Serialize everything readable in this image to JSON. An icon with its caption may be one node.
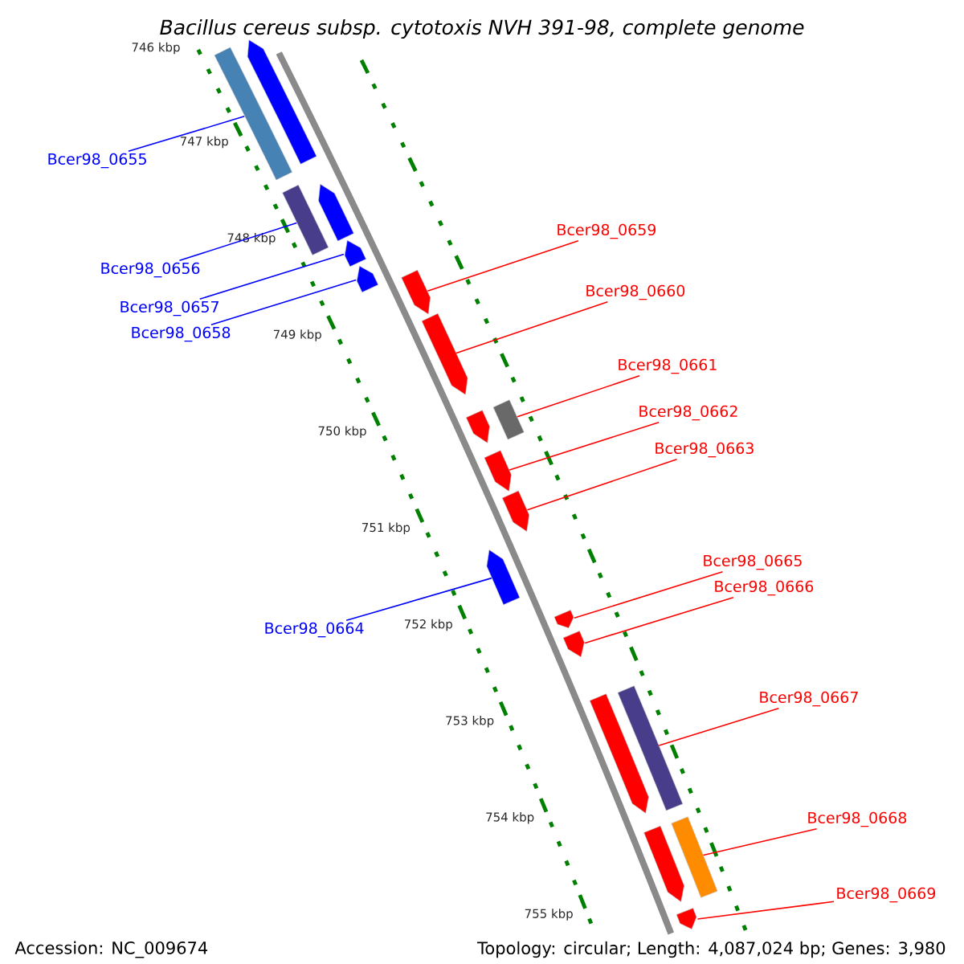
{
  "diagram": {
    "title": "Bacillus cereus subsp. cytotoxis NVH 391-98, complete genome",
    "nodes": [
      {
        "text": [
          "Bcer98_0655"
        ]
      },
      {
        "text": [
          "Bcer98_0659"
        ]
      },
      {
        "text": [
          "Bcer98_0656"
        ]
      },
      {
        "text": [
          "Bcer98_0660"
        ]
      },
      {
        "text": [
          "Bcer98_0657"
        ]
      },
      {
        "text": [
          "Bcer98_0658"
        ]
      },
      {
        "text": [
          "Bcer98_0661"
        ]
      },
      {
        "text": [
          "Bcer98_0662"
        ]
      },
      {
        "text": [
          "Bcer98_0663"
        ]
      },
      {
        "text": [
          "Bcer98_0665"
        ]
      },
      {
        "text": [
          "Bcer98_0666"
        ]
      },
      {
        "text": [
          "Bcer98_0664"
        ]
      },
      {
        "text": [
          "Bcer98_0667"
        ]
      },
      {
        "text": [
          "Bcer98_0668"
        ]
      },
      {
        "text": [
          "Bcer98_0669"
        ]
      },
      {
        "text": [],
        "shape": "bar"
      },
      {
        "text": [],
        "shape": "pentagon"
      },
      {
        "text": [],
        "shape": "bar"
      },
      {
        "text": [],
        "shape": "pentagon"
      },
      {
        "text": [],
        "shape": "pentagon"
      },
      {
        "text": [],
        "shape": "pentagon"
      },
      {
        "text": [],
        "shape": "pentagon"
      },
      {
        "text": [],
        "shape": "pentagon"
      },
      {
        "text": [],
        "shape": "pentagon"
      },
      {
        "text": [],
        "shape": "bar"
      },
      {
        "text": [],
        "shape": "pentagon"
      },
      {
        "text": [],
        "shape": "pentagon"
      },
      {
        "text": [],
        "shape": "pentagon"
      },
      {
        "text": [],
        "shape": "pentagon"
      },
      {
        "text": [],
        "shape": "pentagon"
      },
      {
        "text": [],
        "shape": "pentagon"
      },
      {
        "text": [],
        "shape": "bar"
      },
      {
        "text": [],
        "shape": "pentagon"
      },
      {
        "text": [],
        "shape": "bar"
      },
      {
        "text": [],
        "shape": "pentagon"
      }
    ],
    "edges": [
      {
        "from": 0,
        "to": 15,
        "arrow": "none",
        "color": "#0000ff"
      },
      {
        "from": 1,
        "to": 21,
        "arrow": "none"
      },
      {
        "from": 2,
        "to": 17,
        "arrow": "none",
        "color": "#0000ff"
      },
      {
        "from": 3,
        "to": 22,
        "arrow": "none"
      },
      {
        "from": 4,
        "to": 19,
        "arrow": "none",
        "color": "#0000ff"
      },
      {
        "from": 5,
        "to": 20,
        "arrow": "none",
        "color": "#0000ff"
      },
      {
        "from": 6,
        "to": 24,
        "arrow": "none"
      },
      {
        "from": 7,
        "to": 25,
        "arrow": "none"
      },
      {
        "from": 8,
        "to": 26,
        "arrow": "none"
      },
      {
        "from": 9,
        "to": 28,
        "arrow": "none"
      },
      {
        "from": 10,
        "to": 29,
        "arrow": "none"
      },
      {
        "from": 11,
        "to": 27,
        "arrow": "none",
        "color": "#0000ff"
      },
      {
        "from": 12,
        "to": 31,
        "arrow": "none"
      },
      {
        "from": 13,
        "to": 33,
        "arrow": "none"
      },
      {
        "from": 14,
        "to": 34,
        "arrow": "none"
      }
    ],
    "labels": [
      "746 kbp",
      "747 kbp",
      "748 kbp",
      "749 kbp",
      "750 kbp",
      "751 kbp",
      "752 kbp",
      "753 kbp",
      "754 kbp",
      "755 kbp",
      "Accession: NC_009674",
      "Topology: circular; Length: 4,087,024 bp; Genes: 3,980"
    ]
  }
}
